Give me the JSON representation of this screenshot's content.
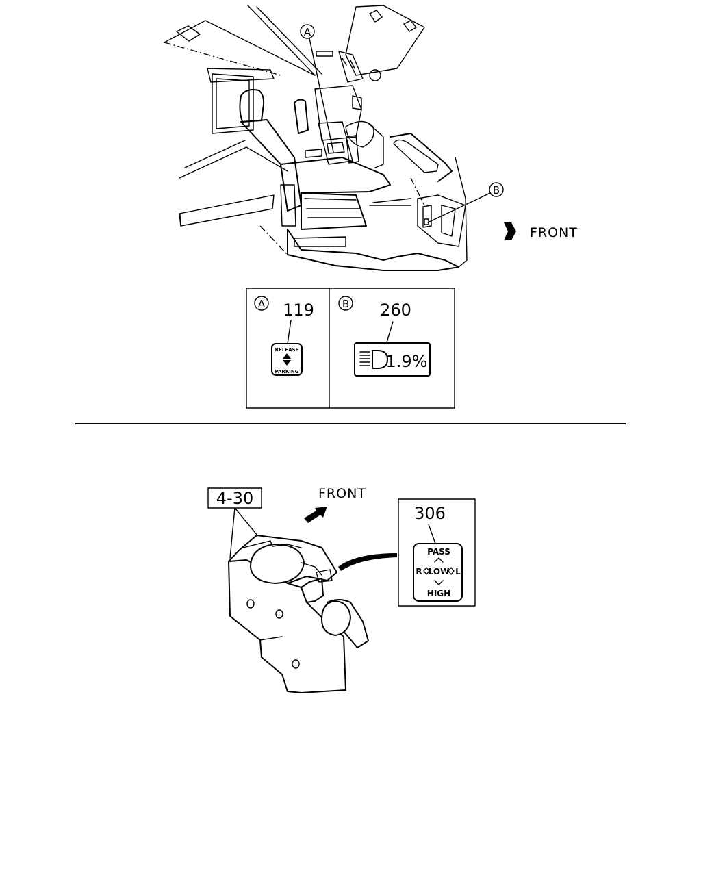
{
  "cab_view": {
    "callout_a": "A",
    "callout_b": "B",
    "direction_label": "FRONT"
  },
  "detail_table": {
    "cell_a": {
      "marker": "A",
      "part_number": "119",
      "decal_top": "RELEASE",
      "decal_bottom": "PARKING"
    },
    "cell_b": {
      "marker": "B",
      "part_number": "260",
      "decal_value": "1.9%"
    }
  },
  "switch_view": {
    "reference_box": "4-30",
    "direction_label": "FRONT",
    "detail": {
      "part_number": "306",
      "pass": "PASS",
      "low": "LOW",
      "high": "HIGH",
      "right": "R",
      "left": "L"
    }
  }
}
